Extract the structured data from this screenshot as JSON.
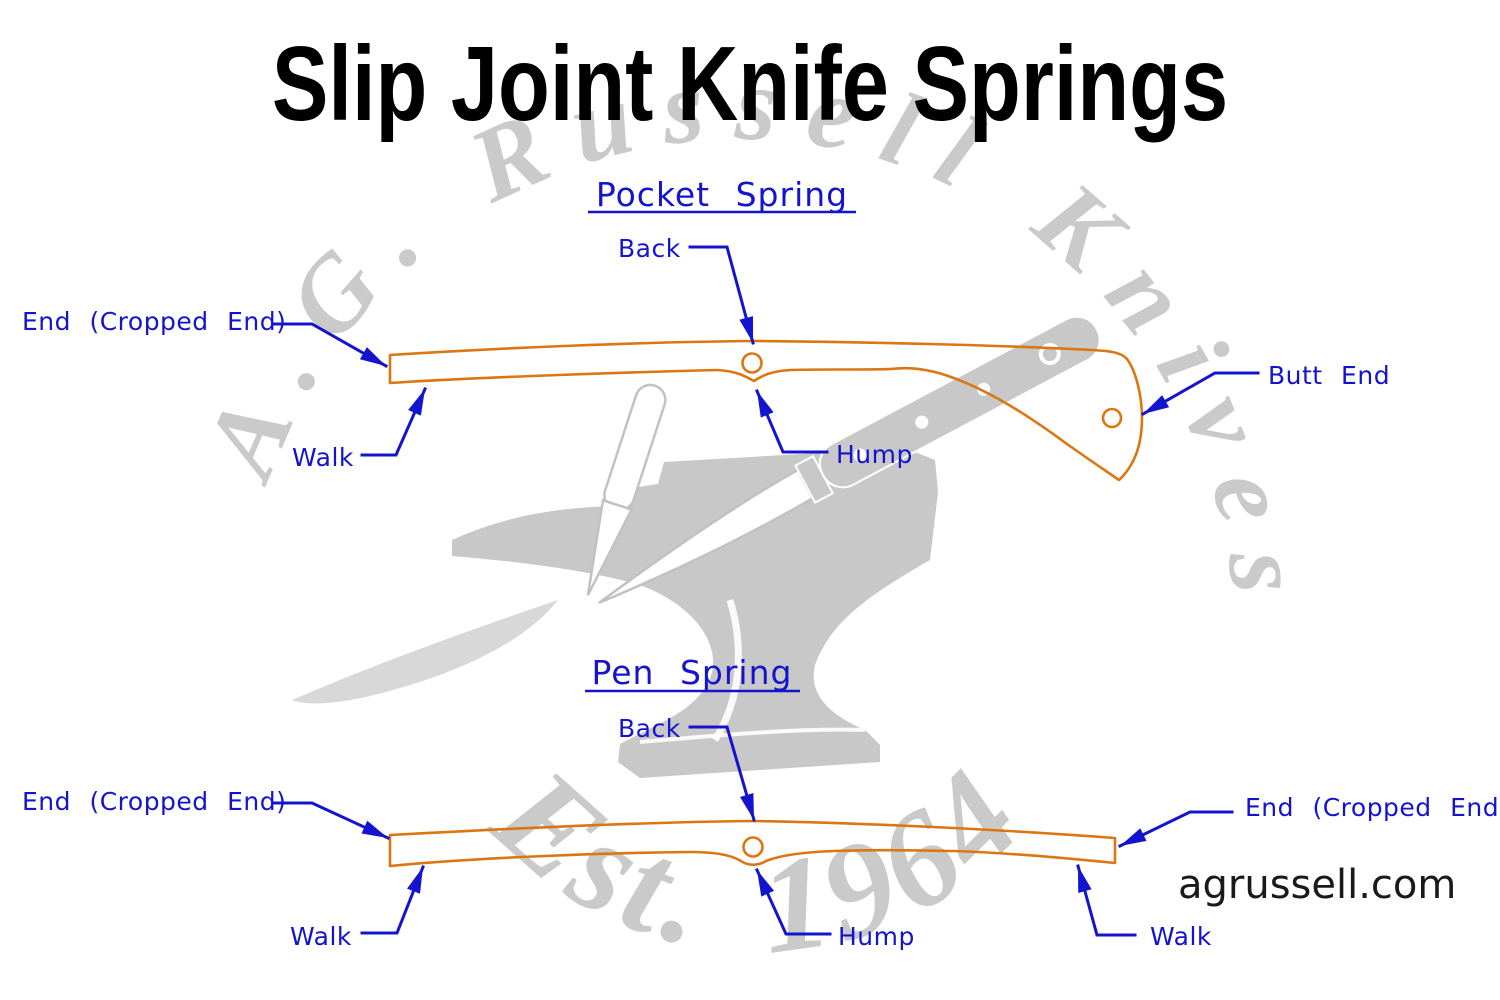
{
  "title": "Slip Joint Knife Springs",
  "website": "agrussell.com",
  "watermark": {
    "arc_text": "A.G. Russell Knives",
    "est_text": "Est. 1964"
  },
  "colors": {
    "spring_outline": "#dc7612",
    "label_blue": "#1414cf",
    "watermark_gray": "#c8c8c8",
    "title_black": "#000000"
  },
  "pocket_spring": {
    "title": "Pocket Spring",
    "labels": {
      "back": "Back",
      "end_cropped": "End (Cropped End)",
      "butt_end": "Butt End",
      "walk": "Walk",
      "hump": "Hump"
    }
  },
  "pen_spring": {
    "title": "Pen Spring",
    "labels": {
      "back": "Back",
      "end_cropped_left": "End (Cropped End)",
      "end_cropped_right": "End (Cropped End)",
      "walk_left": "Walk",
      "hump": "Hump",
      "walk_right": "Walk"
    }
  }
}
